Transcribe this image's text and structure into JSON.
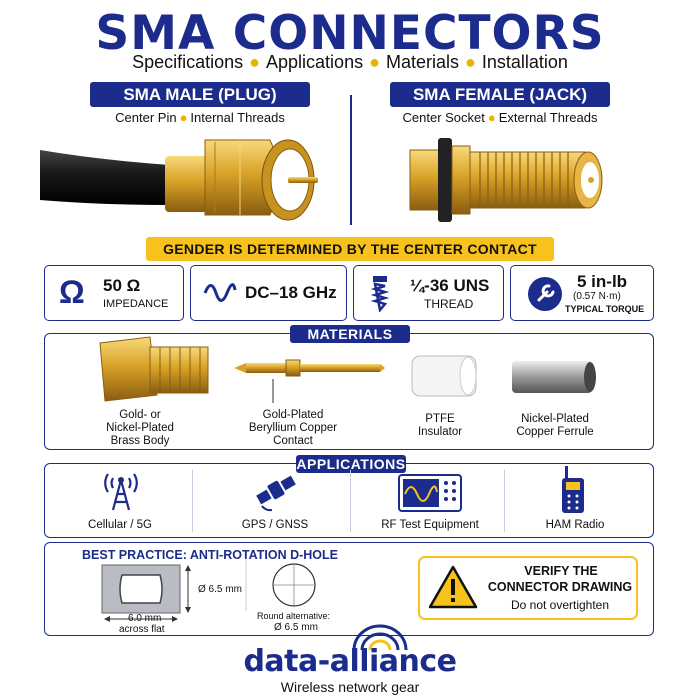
{
  "header": {
    "title": "SMA CONNECTORS",
    "subtitle_items": [
      "Specifications",
      "Applications",
      "Materials",
      "Installation"
    ]
  },
  "male": {
    "label": "SMA MALE (PLUG)",
    "features": [
      "Center Pin",
      "Internal Threads"
    ]
  },
  "female": {
    "label": "SMA FEMALE (JACK)",
    "features": [
      "Center Socket",
      "External Threads"
    ]
  },
  "banner": "GENDER IS DETERMINED BY THE CENTER CONTACT",
  "specs": {
    "impedance": {
      "value": "50 Ω",
      "label": "IMPEDANCE",
      "icon": "omega-icon"
    },
    "frequency": {
      "value": "DC–18 GHz",
      "icon": "sine-wave-icon"
    },
    "thread": {
      "value": "¼-36 UNS",
      "label": "THREAD",
      "icon": "screw-icon"
    },
    "torque": {
      "value": "5 in-lb",
      "metric": "(0.57 N·m)",
      "label": "TYPICAL TORQUE",
      "icon": "wrench-icon"
    }
  },
  "materials": {
    "label": "MATERIALS",
    "items": [
      {
        "caption": [
          "Gold- or",
          "Nickel-Plated",
          "Brass Body"
        ],
        "icon": "brass-body"
      },
      {
        "caption": [
          "Gold-Plated",
          "Beryllium Copper",
          "Contact"
        ],
        "icon": "contact-pin"
      },
      {
        "caption": [
          "PTFE",
          "Insulator"
        ],
        "icon": "ptfe-insulator"
      },
      {
        "caption": [
          "Nickel-Plated",
          "Copper Ferrule"
        ],
        "icon": "ferrule"
      }
    ]
  },
  "applications": {
    "label": "APPLICATIONS",
    "items": [
      {
        "caption": "Cellular / 5G",
        "icon": "cell-tower-icon"
      },
      {
        "caption": "GPS / GNSS",
        "icon": "satellite-icon"
      },
      {
        "caption": "RF Test Equipment",
        "icon": "oscilloscope-icon"
      },
      {
        "caption": "HAM Radio",
        "icon": "handheld-radio-icon"
      }
    ]
  },
  "best_practice": {
    "title": "BEST PRACTICE: ANTI-ROTATION D-HOLE",
    "diameter": "Ø 6.5 mm",
    "flat": "6.0 mm",
    "flat_note": "across flat",
    "round_label": "Round alternative:",
    "round_value": "Ø 6.5 mm"
  },
  "warning": {
    "line1": "VERIFY THE",
    "line2": "CONNECTOR DRAWING",
    "line3": "Do not overtighten",
    "icon": "warning-icon"
  },
  "brand": {
    "name": "data-alliance",
    "tagline": "Wireless network gear",
    "icon": "wifi-arcs-icon"
  },
  "colors": {
    "navy": "#1b2c8c",
    "gold": "#f6c21b",
    "brass": "#d9a227"
  }
}
